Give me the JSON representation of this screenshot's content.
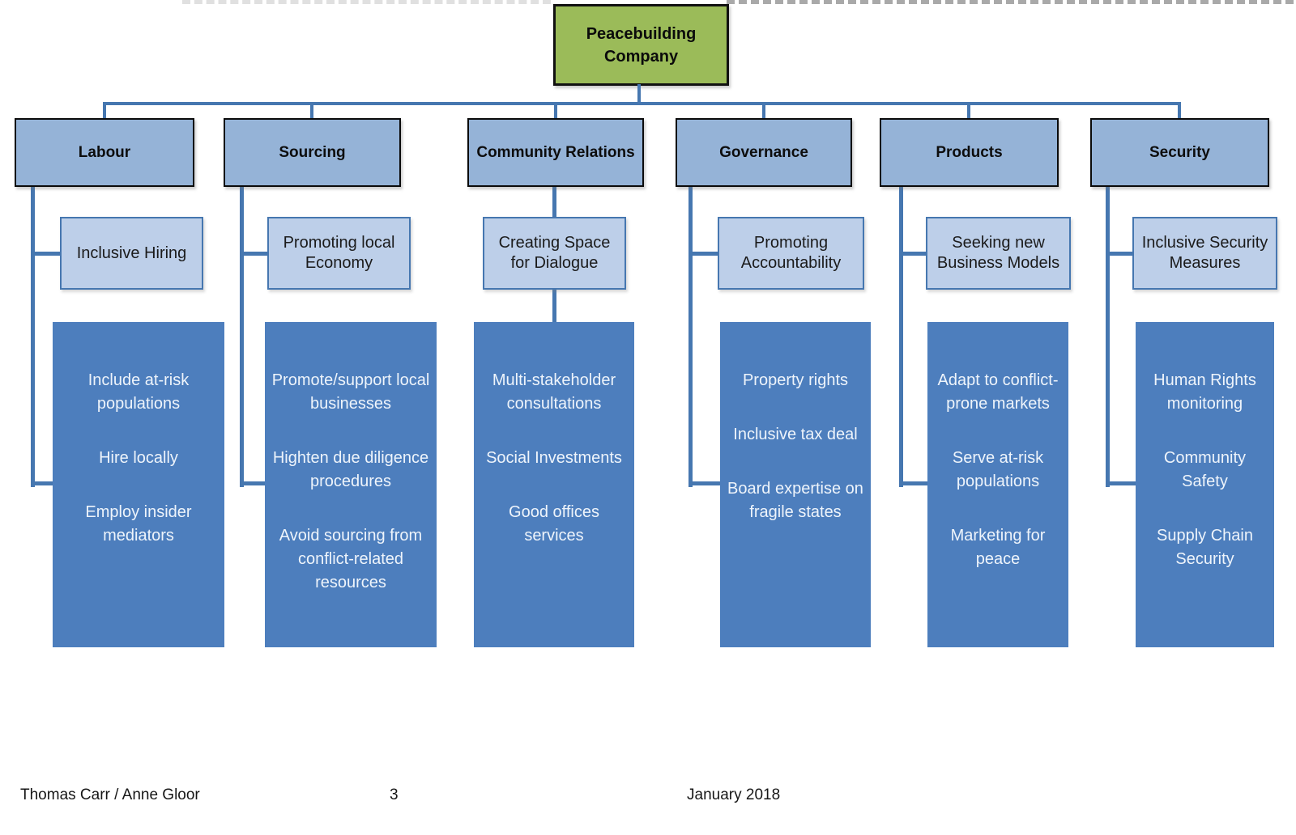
{
  "root": {
    "title": "Peacebuilding\nCompany"
  },
  "columns": [
    {
      "header": "Labour",
      "sub": "Inclusive Hiring",
      "items": [
        "Include at-risk populations",
        "Hire locally",
        "Employ insider mediators"
      ]
    },
    {
      "header": "Sourcing",
      "sub": "Promoting local Economy",
      "items": [
        "Promote/support local businesses",
        "Highten due diligence procedures",
        "Avoid sourcing from conflict-related resources"
      ]
    },
    {
      "header": "Community Relations",
      "sub": "Creating Space for Dialogue",
      "items": [
        "Multi-stakeholder consultations",
        "Social Investments",
        "Good offices services"
      ]
    },
    {
      "header": "Governance",
      "sub": "Promoting Accountability",
      "items": [
        "Property rights",
        "Inclusive tax deal",
        "Board expertise on fragile states"
      ]
    },
    {
      "header": "Products",
      "sub": "Seeking new Business Models",
      "items": [
        "Adapt to conflict-prone markets",
        "Serve at-risk populations",
        "Marketing for peace"
      ]
    },
    {
      "header": "Security",
      "sub": "Inclusive Security Measures",
      "items": [
        "Human Rights monitoring",
        "Community Safety",
        "Supply Chain Security"
      ]
    }
  ],
  "footer": {
    "authors": "Thomas Carr / Anne Gloor",
    "page_number": "3",
    "date": "January 2018"
  },
  "colors": {
    "root_green": "#9bbb59",
    "header_blue": "#95b3d7",
    "sub_light_blue": "#bdcfe9",
    "detail_dark_blue": "#4d7ebd",
    "connector_blue": "#4677b0"
  }
}
